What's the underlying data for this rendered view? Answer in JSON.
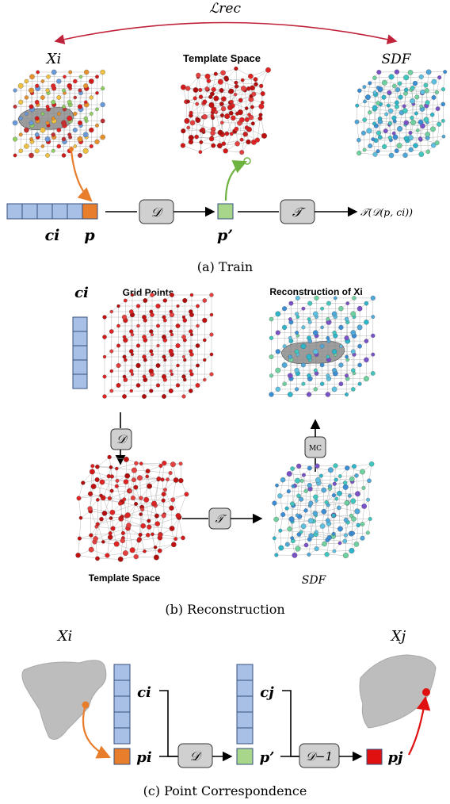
{
  "panels": {
    "train": {
      "caption": "(a) Train",
      "loss_label": "ℒrec",
      "xi_label": "Xi",
      "template_label": "Template Space",
      "sdf_label": "SDF",
      "code_label": "ci",
      "point_label": "p",
      "decoder_label": "𝒟",
      "point_prime_label": "p’",
      "transform_label": "𝒯",
      "output_expr": "𝒯(𝒟(p, ci))"
    },
    "reconstruction": {
      "caption": "(b) Reconstruction",
      "code_label": "ci",
      "grid_label": "Grid Points",
      "recon_label": "Reconstruction of Xi",
      "decoder_label": "𝒟",
      "mc_label": "MC",
      "template_label": "Template Space",
      "transform_label": "𝒯",
      "sdf_label": "SDF"
    },
    "correspondence": {
      "caption": "(c) Point Correspondence",
      "xi_label": "Xi",
      "xj_label": "Xj",
      "ci_label": "ci",
      "pi_label": "pi",
      "decoder_label": "𝒟",
      "cj_label": "cj",
      "p_prime_label": "p’",
      "inverse_label": "𝒟−1",
      "pj_label": "pj"
    }
  },
  "colors": {
    "loss_arrow": "#c0223a",
    "orange": "#e87d2c",
    "green": "#6db33f",
    "code_blue": "#a8bfe6",
    "red_point": "#e01010",
    "box_gray": "#d0d0d0"
  }
}
